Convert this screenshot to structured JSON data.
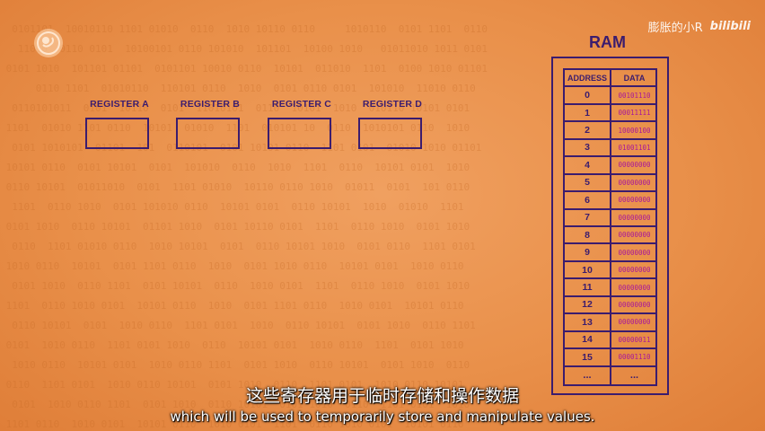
{
  "watermark": {
    "uploader": "膨胀的小R",
    "site": "bilibili"
  },
  "registers": [
    {
      "label": "REGISTER A"
    },
    {
      "label": "REGISTER B"
    },
    {
      "label": "REGISTER C"
    },
    {
      "label": "REGISTER D"
    }
  ],
  "ram": {
    "title": "RAM",
    "headers": {
      "address": "ADDRESS",
      "data": "DATA"
    },
    "rows": [
      {
        "address": "0",
        "data": "00101110"
      },
      {
        "address": "1",
        "data": "00011111"
      },
      {
        "address": "2",
        "data": "10000100"
      },
      {
        "address": "3",
        "data": "01001101"
      },
      {
        "address": "4",
        "data": "00000000"
      },
      {
        "address": "5",
        "data": "00000000"
      },
      {
        "address": "6",
        "data": "00000000"
      },
      {
        "address": "7",
        "data": "00000000"
      },
      {
        "address": "8",
        "data": "00000000"
      },
      {
        "address": "9",
        "data": "00000000"
      },
      {
        "address": "10",
        "data": "00000000"
      },
      {
        "address": "11",
        "data": "00000000"
      },
      {
        "address": "12",
        "data": "00000000"
      },
      {
        "address": "13",
        "data": "00000000"
      },
      {
        "address": "14",
        "data": "00000011"
      },
      {
        "address": "15",
        "data": "00001110"
      },
      {
        "address": "...",
        "data": "..."
      }
    ]
  },
  "subtitles": {
    "chinese": "这些寄存器用于临时存储和操作数据",
    "english": "which will be used to temporarily store and manipulate values."
  }
}
